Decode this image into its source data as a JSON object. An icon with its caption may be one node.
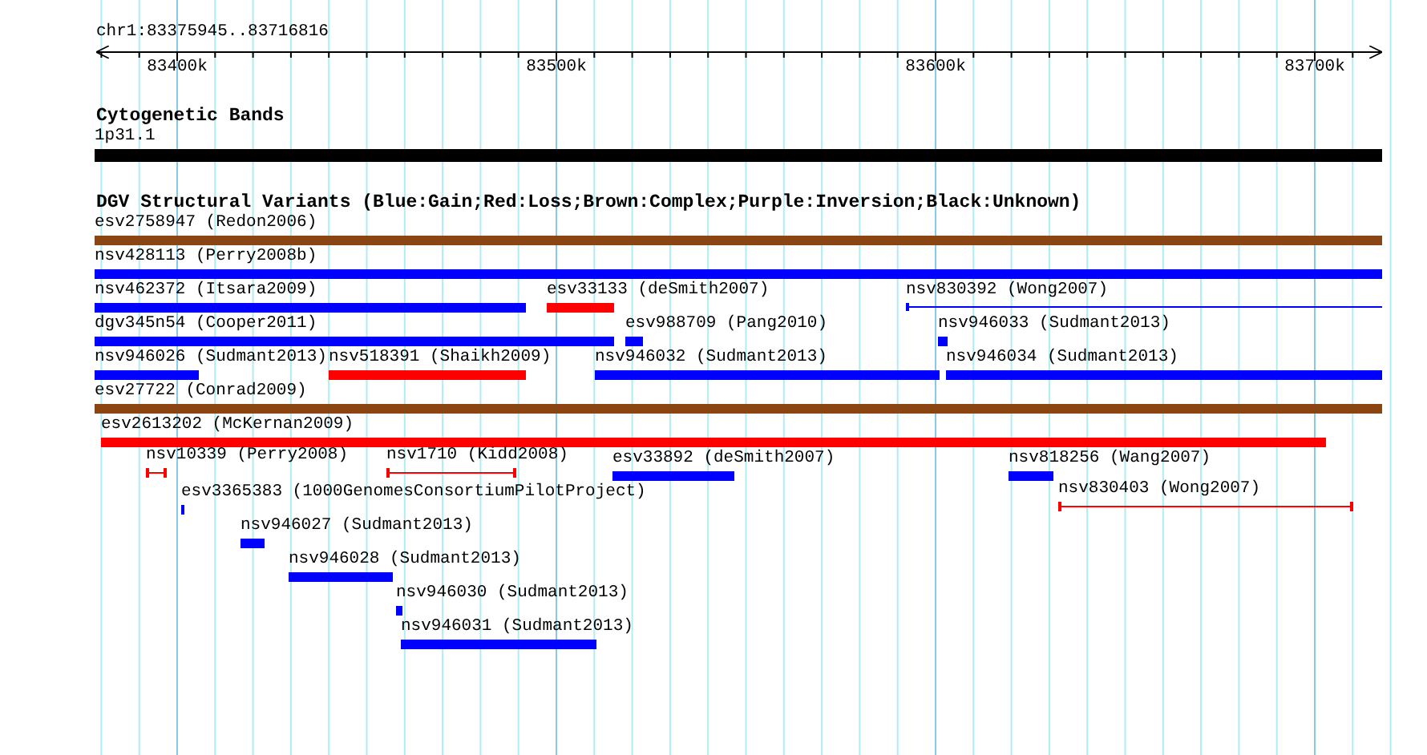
{
  "diagram": {
    "nodes": [
      {
        "text": [
          "1p31.1"
        ]
      },
      {
        "text": [
          "esv2758947 (Redon2006)"
        ]
      },
      {
        "text": [
          "nsv428113 (Perry2008b)"
        ]
      },
      {
        "text": [
          "nsv462372 (Itsara2009)"
        ]
      },
      {
        "text": [
          "esv33133 (deSmith2007)"
        ]
      },
      {
        "text": [
          "nsv830392 (Wong2007)"
        ]
      },
      {
        "text": [
          "dgv345n54 (Cooper2011)"
        ]
      },
      {
        "text": [
          "esv988709 (Pang2010)"
        ]
      },
      {
        "text": [
          "nsv946033 (Sudmant2013)"
        ]
      },
      {
        "text": [
          "nsv946026 (Sudmant2013)"
        ]
      },
      {
        "text": [
          "nsv518391 (Shaikh2009)"
        ]
      },
      {
        "text": [
          "nsv946032 (Sudmant2013)"
        ]
      },
      {
        "text": [
          "nsv946034 (Sudmant2013)"
        ]
      },
      {
        "text": [
          "esv27722 (Conrad2009)"
        ]
      },
      {
        "text": [
          "esv2613202 (McKernan2009)"
        ]
      },
      {
        "text": [
          "nsv10339 (Perry2008)"
        ]
      },
      {
        "text": [
          "nsv1710 (Kidd2008)"
        ]
      },
      {
        "text": [
          "esv33892 (deSmith2007)"
        ]
      },
      {
        "text": [
          "nsv818256 (Wang2007)"
        ]
      },
      {
        "text": [
          "esv3365383 (1000GenomesConsortiumPilotProject)"
        ]
      },
      {
        "text": [
          "nsv830403 (Wong2007)"
        ]
      },
      {
        "text": [
          "nsv946027 (Sudmant2013)"
        ]
      },
      {
        "text": [
          "nsv946028 (Sudmant2013)"
        ]
      },
      {
        "text": [
          "nsv946030 (Sudmant2013)"
        ]
      },
      {
        "text": [
          "nsv946031 (Sudmant2013)"
        ]
      }
    ],
    "labels": [
      "chr1:83375945..83716816",
      "83400k",
      "83500k",
      "83600k",
      "83700k",
      "Cytogenetic Bands",
      "DGV Structural Variants (Blue:Gain;Red:Loss;Brown:Complex;Purple:Inversion;Black:Unknown)"
    ]
  }
}
